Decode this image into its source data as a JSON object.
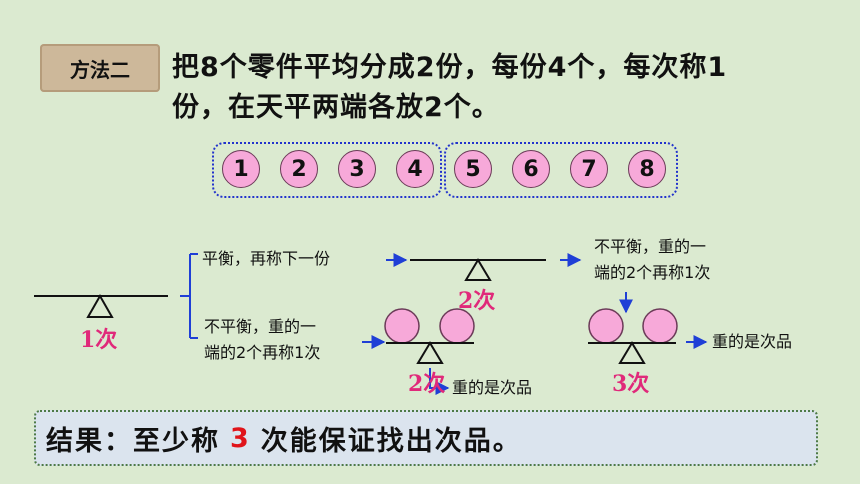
{
  "method_tag": "方法二",
  "problem": {
    "line1": "把8个零件平均分成2份，每份4个，每次称1",
    "line2": "份，在天平两端各放2个。"
  },
  "items": [
    "1",
    "2",
    "3",
    "4",
    "5",
    "6",
    "7",
    "8"
  ],
  "scale_labels": {
    "first": "1次",
    "second_top": "2次",
    "second_bottom": "2次",
    "third": "3次"
  },
  "branches": {
    "balanced": "平衡，再称下一份",
    "unbalanced_line1": "不平衡，重的一",
    "unbalanced_line2": "端的2个再称1次",
    "right_unbalanced_line1": "不平衡，重的一",
    "right_unbalanced_line2": "端的2个再称1次",
    "defective_bottom": "重的是次品",
    "defective_right": "重的是次品"
  },
  "result": {
    "prefix": "结果：至少称",
    "number": "3",
    "suffix": "次能保证找出次品。"
  },
  "colors": {
    "background": "#dbead0",
    "coin": "#f7a9d9",
    "dotted_border": "#2233cc",
    "count_label": "#e0297a",
    "result_number": "#e0141a"
  }
}
